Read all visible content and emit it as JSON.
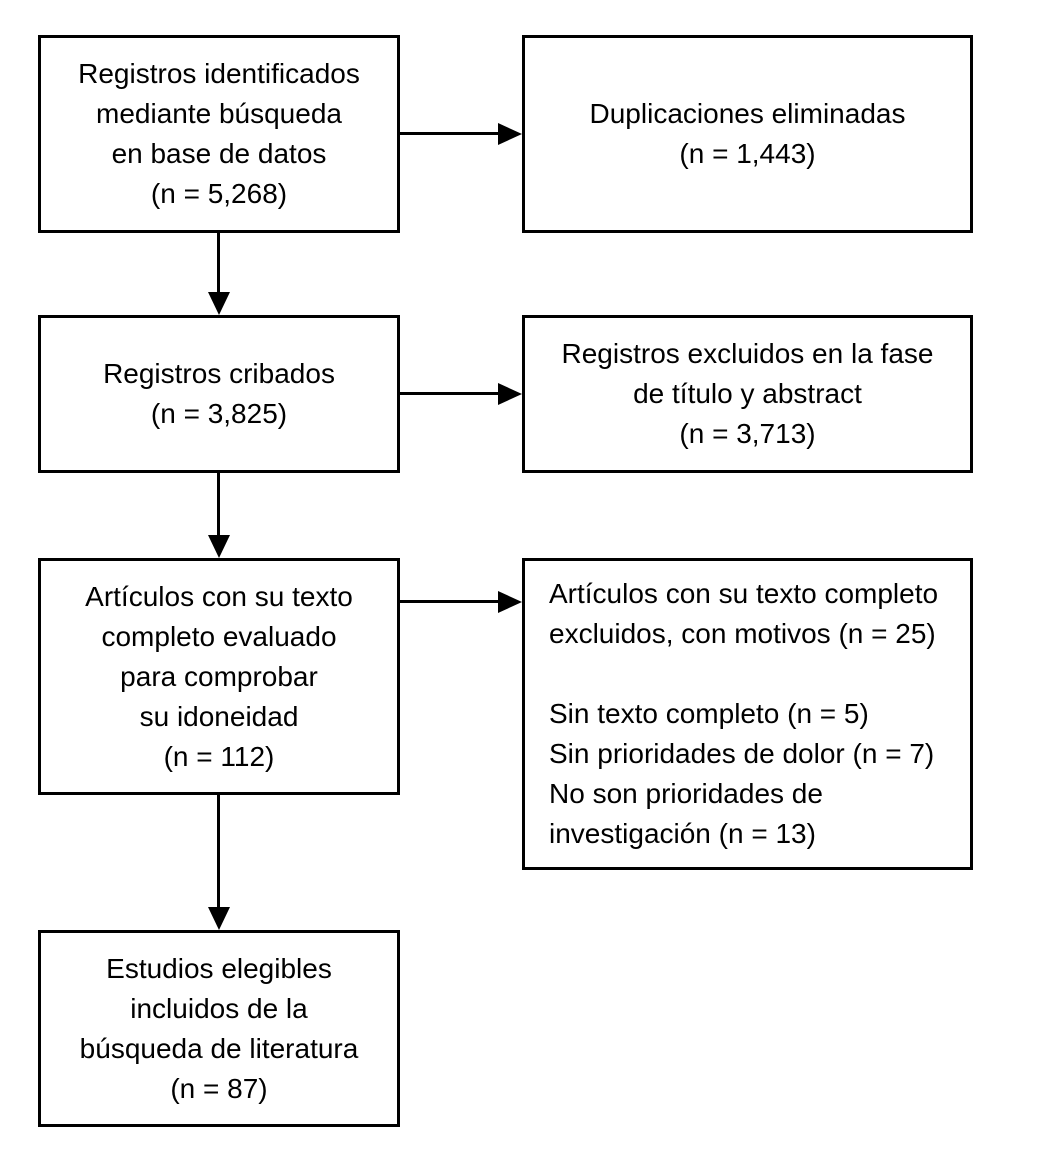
{
  "diagram": {
    "type": "flowchart",
    "language": "es",
    "background_color": "#ffffff",
    "box_border_color": "#000000",
    "text_color": "#000000",
    "arrow_color": "#000000",
    "nodes": [
      {
        "id": "records-identified",
        "text": "Registros identificados\nmediante búsqueda\nen base de datos\n(n = 5,268)",
        "n": "5,268"
      },
      {
        "id": "duplicates-removed",
        "text": "Duplicaciones eliminadas\n(n = 1,443)",
        "n": "1,443"
      },
      {
        "id": "records-screened",
        "text": "Registros cribados\n(n = 3,825)",
        "n": "3,825"
      },
      {
        "id": "records-excluded-title-abstract",
        "text": "Registros excluidos en la fase\nde título y abstract\n(n = 3,713)",
        "n": "3,713"
      },
      {
        "id": "fulltext-assessed",
        "text": "Artículos con su texto\ncompleto evaluado\npara comprobar\nsu idoneidad\n(n = 112)",
        "n": "112"
      },
      {
        "id": "fulltext-excluded",
        "text": "Artículos con su texto completo\nexcluidos, con motivos (n = 25)\n\nSin texto completo (n = 5)\nSin prioridades de dolor (n = 7)\nNo son prioridades de\ninvestigación (n = 13)",
        "n": "25",
        "reasons": [
          {
            "label": "Sin texto completo",
            "n": "5"
          },
          {
            "label": "Sin prioridades de dolor",
            "n": "7"
          },
          {
            "label": "No son prioridades de investigación",
            "n": "13"
          }
        ]
      },
      {
        "id": "studies-included",
        "text": "Estudios elegibles\nincluidos de la\nbúsqueda de literatura\n(n = 87)",
        "n": "87"
      }
    ],
    "edges": [
      {
        "from": "records-identified",
        "to": "duplicates-removed",
        "direction": "right"
      },
      {
        "from": "records-identified",
        "to": "records-screened",
        "direction": "down"
      },
      {
        "from": "records-screened",
        "to": "records-excluded-title-abstract",
        "direction": "right"
      },
      {
        "from": "records-screened",
        "to": "fulltext-assessed",
        "direction": "down"
      },
      {
        "from": "fulltext-assessed",
        "to": "fulltext-excluded",
        "direction": "right"
      },
      {
        "from": "fulltext-assessed",
        "to": "studies-included",
        "direction": "down"
      }
    ]
  }
}
